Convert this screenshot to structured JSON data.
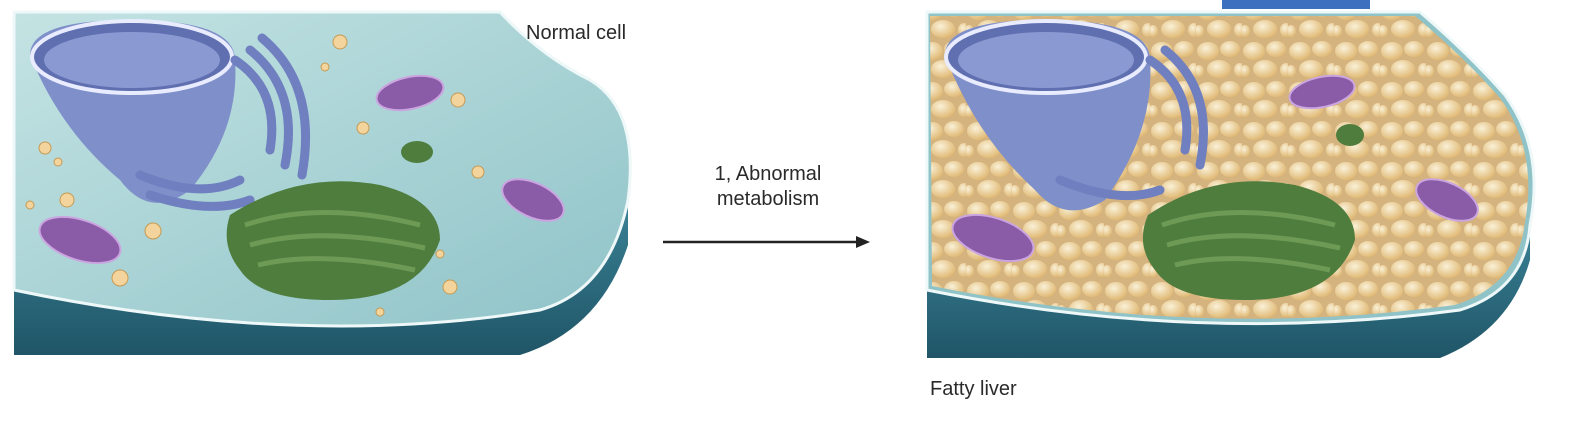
{
  "labels": {
    "normal_cell": "Normal cell",
    "process_line1": "1, Abnormal",
    "process_line2": "metabolism",
    "fatty_liver": "Fatty liver"
  },
  "colors": {
    "cytoplasm": "#a9d4d6",
    "cell_floor": "#2e6f84",
    "nucleus": "#7f8fc9",
    "golgi": "#4f7d3e",
    "mitochondria": "#8a5ba7",
    "fat_droplet": "#f2d39a",
    "arrow": "#222222",
    "corner_box": "#3e70c0"
  },
  "icons": {
    "arrow": "right-arrow-icon"
  }
}
